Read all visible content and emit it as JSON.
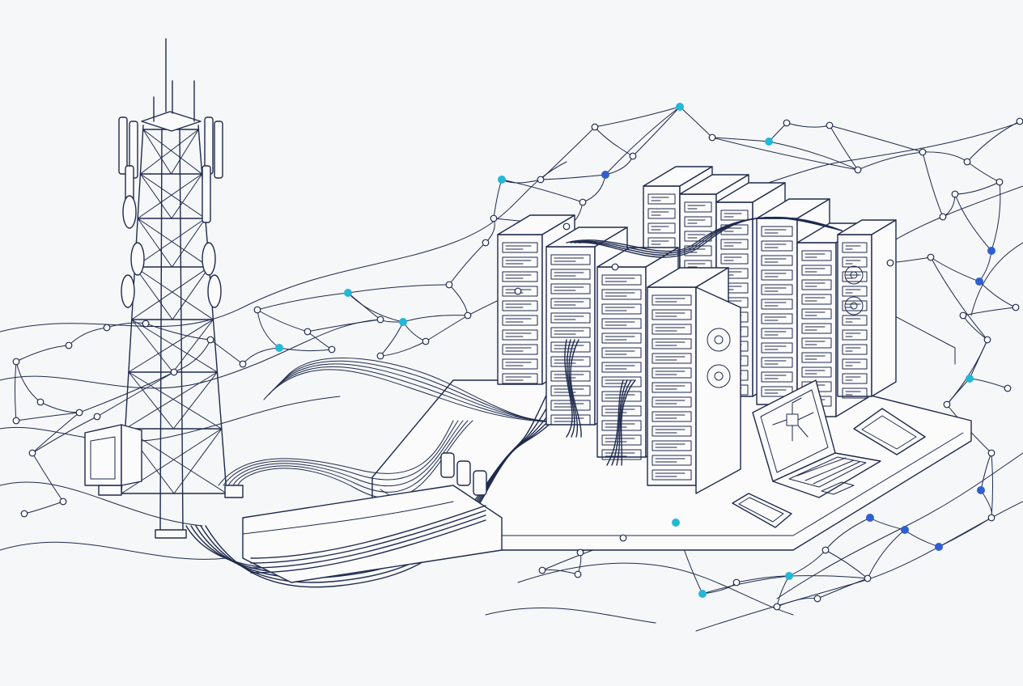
{
  "palette": {
    "background": "#f6f7f8",
    "ink": "#1f2a4d",
    "node": "#ffffff",
    "accent_cyan": "#22b8d8",
    "accent_blue": "#2f5fd0"
  },
  "scene": {
    "elements": [
      "network-mesh",
      "cell-tower",
      "equipment-shed",
      "server-racks",
      "cable-bundle",
      "laptop",
      "tablet",
      "smartphone"
    ]
  }
}
